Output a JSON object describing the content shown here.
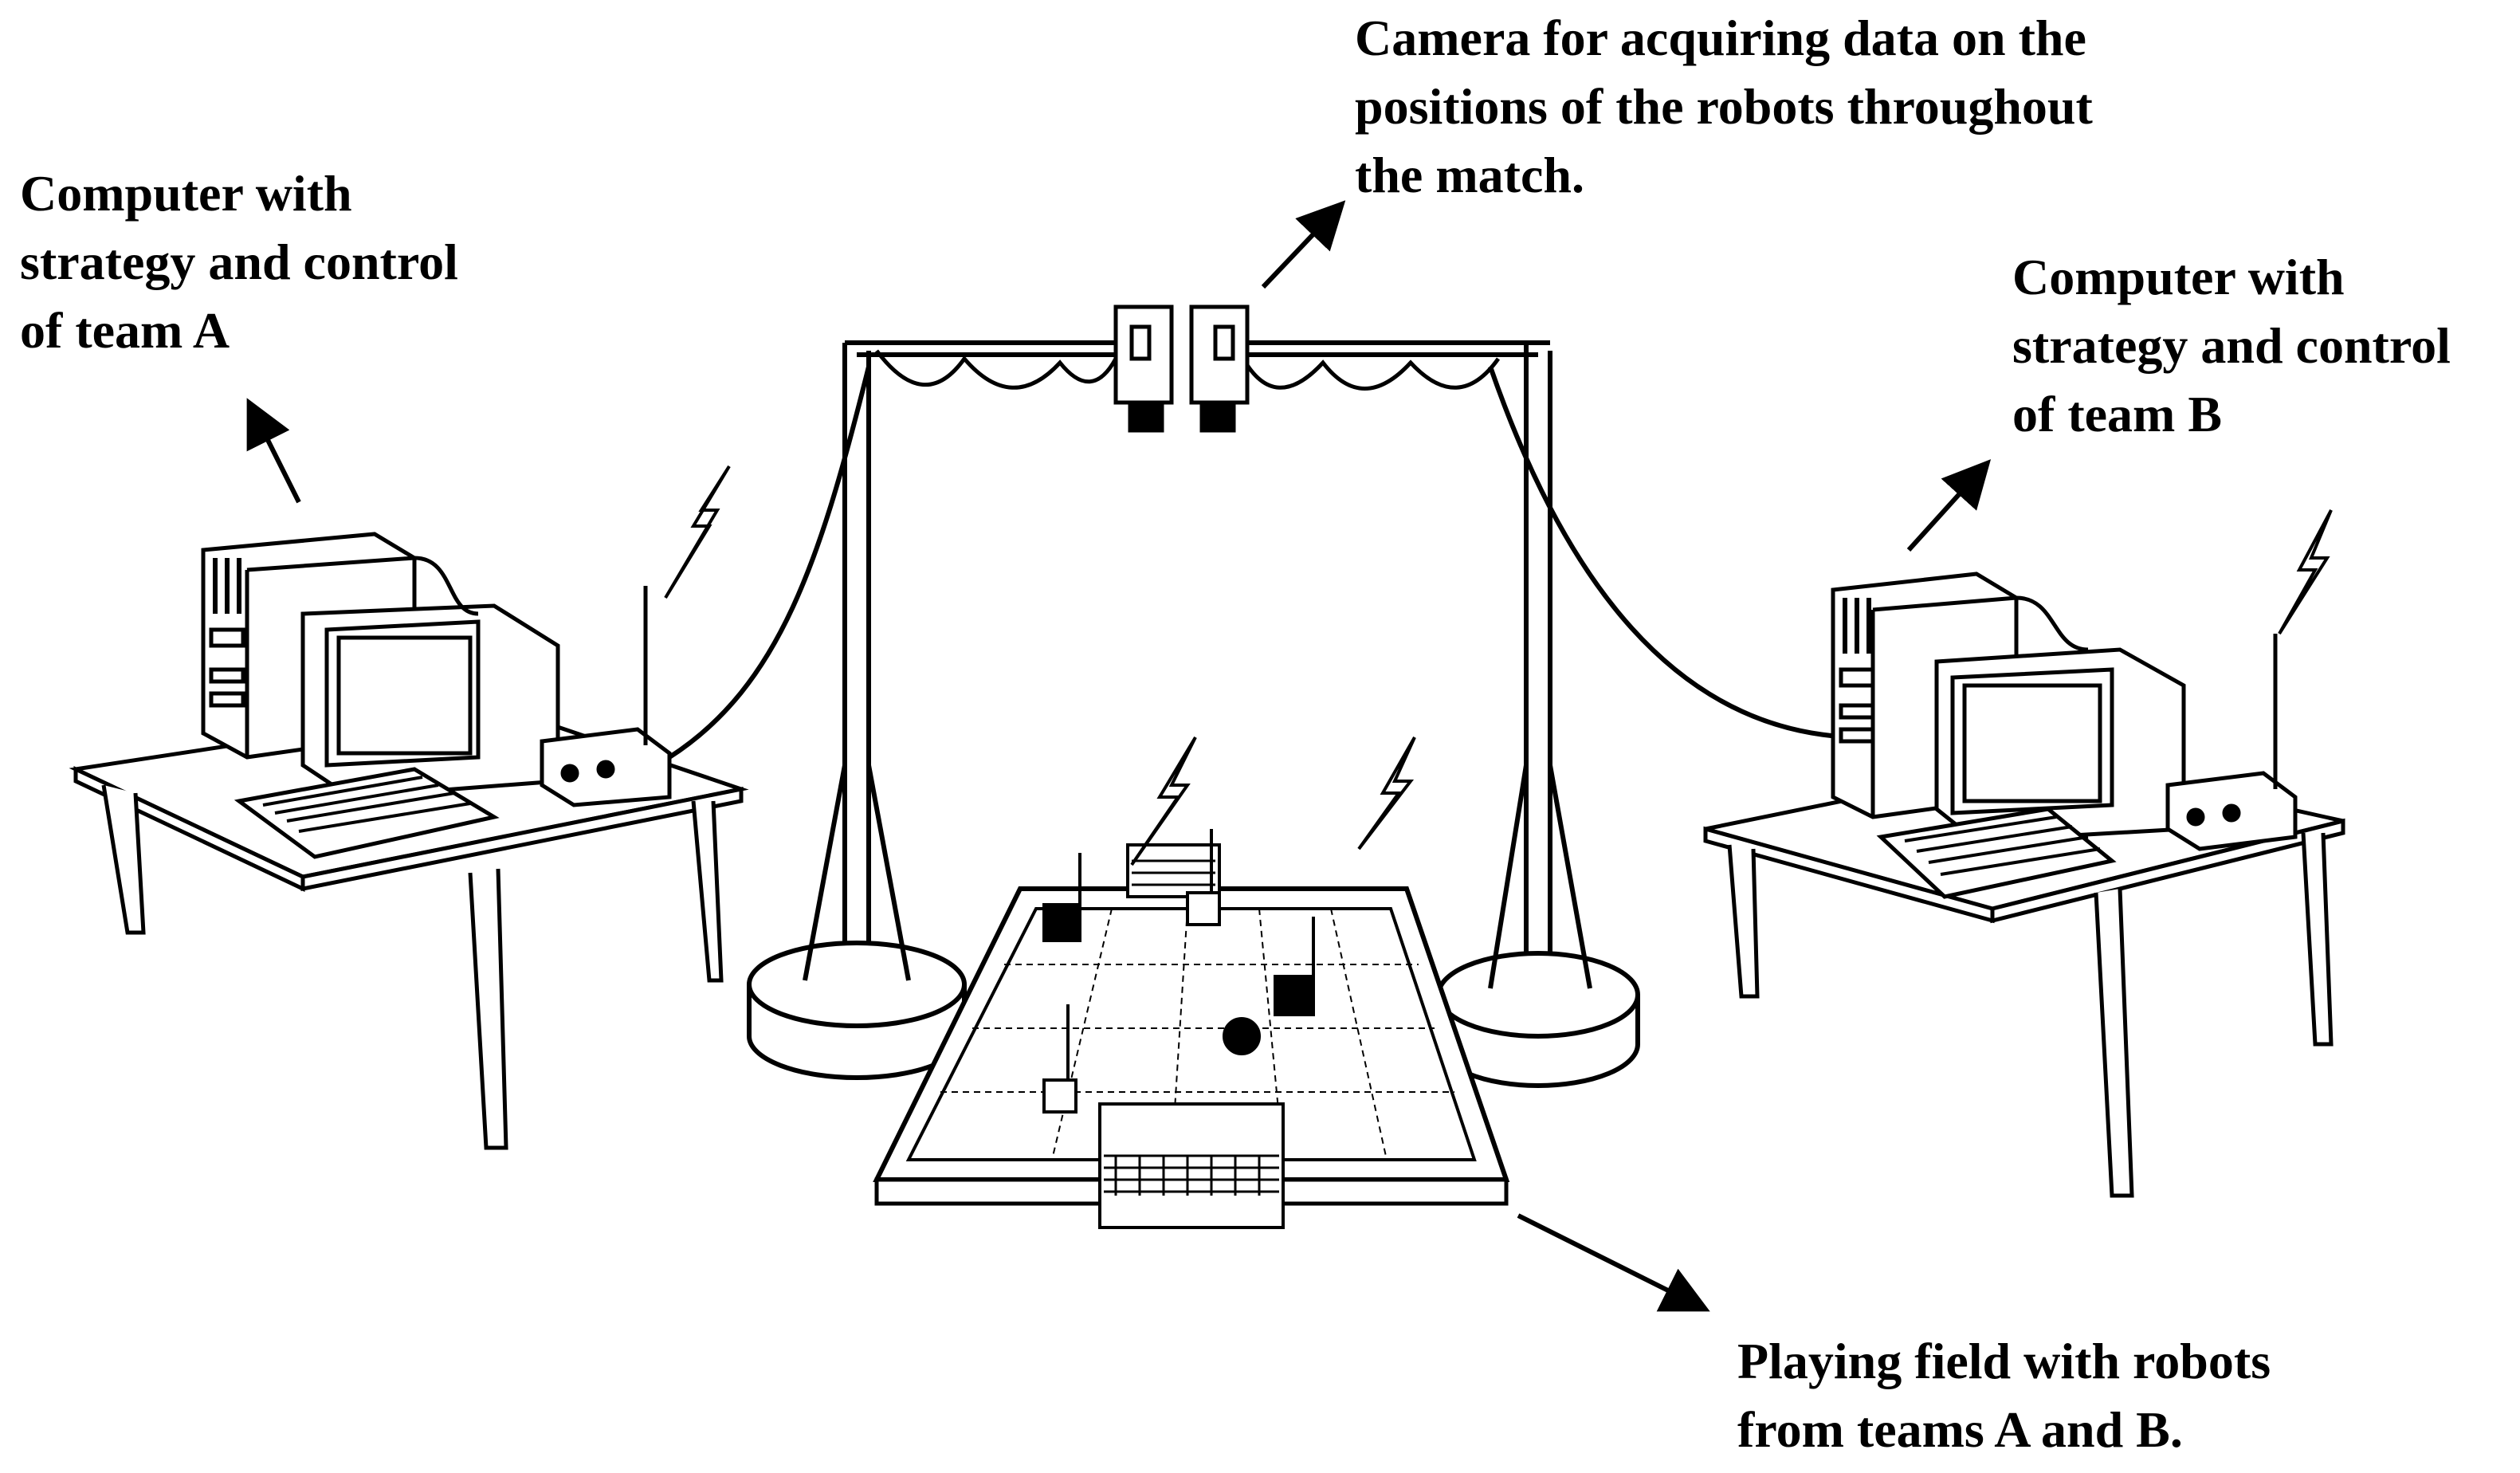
{
  "labels": {
    "computer_a": [
      "Computer with",
      "strategy and control",
      "of team A"
    ],
    "camera": [
      "Camera for acquiring data on the",
      "positions of the robots throughout",
      "the match."
    ],
    "computer_b": [
      "Computer with",
      "strategy and control",
      "of team B"
    ],
    "field": [
      "Playing field with robots",
      "from teams A and B."
    ]
  },
  "colors": {
    "ink": "#000000",
    "paper": "#ffffff"
  },
  "icons": [
    "computer-icon",
    "monitor-icon",
    "keyboard-icon",
    "radio-transmitter-icon",
    "camera-icon",
    "robot-icon",
    "ball-icon",
    "goal-icon",
    "wireless-signal-icon",
    "arrow-icon"
  ]
}
